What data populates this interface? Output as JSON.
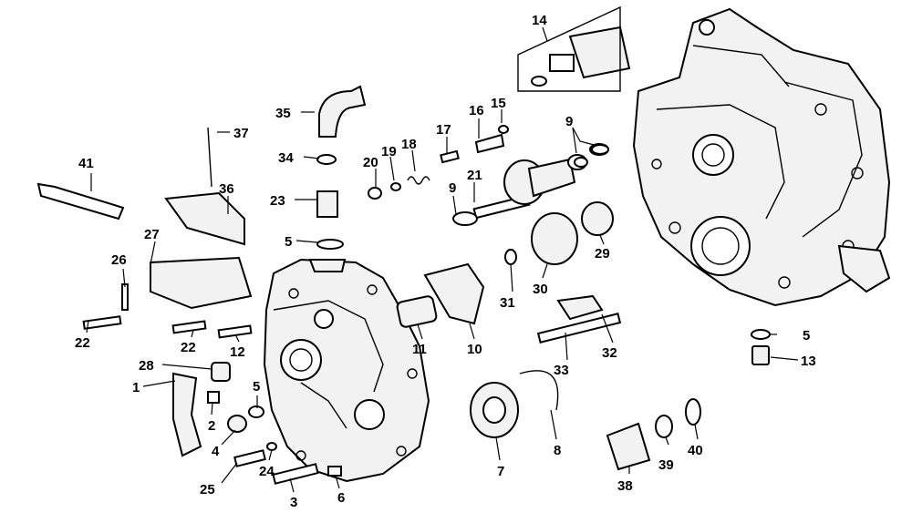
{
  "diagram": {
    "labels": {
      "p1": "1",
      "p2": "2",
      "p3": "3",
      "p4": "4",
      "p5a": "5",
      "p5b": "5",
      "p5c": "5",
      "p6": "6",
      "p7": "7",
      "p8": "8",
      "p9a": "9",
      "p9b": "9",
      "p10": "10",
      "p11": "11",
      "p12": "12",
      "p13": "13",
      "p14": "14",
      "p15": "15",
      "p16": "16",
      "p17": "17",
      "p18": "18",
      "p19": "19",
      "p20": "20",
      "p21": "21",
      "p22a": "22",
      "p22b": "22",
      "p23": "23",
      "p24": "24",
      "p25": "25",
      "p26": "26",
      "p27": "27",
      "p28": "28",
      "p29": "29",
      "p30": "30",
      "p31": "31",
      "p32": "32",
      "p33": "33",
      "p34": "34",
      "p35": "35",
      "p36": "36",
      "p37": "37",
      "p38": "38",
      "p39": "39",
      "p40": "40",
      "p41": "41"
    }
  }
}
